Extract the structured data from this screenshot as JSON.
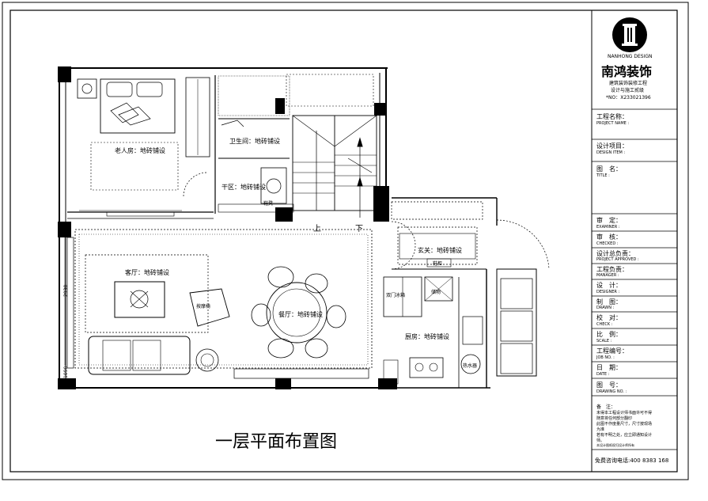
{
  "drawing_title": "一层平面布置图",
  "rooms": {
    "elderly_room": "老人房：地砖铺设",
    "bathroom": "卫生间：地砖铺设",
    "dry_area": "干区：地砖铺设",
    "living_room": "客厅：地砖铺设",
    "dining_room": "餐厅：地砖铺设",
    "entrance": "玄关：地砖铺设",
    "kitchen": "厨房：地砖铺设"
  },
  "labels": {
    "up": "上",
    "down": "下",
    "fridge": "双门冰箱",
    "chair": "按摩椅",
    "entry_cabinet": "鞋柜",
    "storage": "储物",
    "water_heater": "热水器",
    "shoe_bench": "鞋凳"
  },
  "dimensions": {
    "left_1": "2930",
    "left_2": "1090"
  },
  "title_block": {
    "brand_en": "NANHONG DESIGN",
    "brand_cn": "南鸿装饰",
    "tagline_1": "建筑装饰装修工程",
    "tagline_2": "设计与施工贰级",
    "cert_no": "*NO：X233021396",
    "fields": [
      {
        "cn": "工程名称：",
        "en": "PROJECT NAME :"
      },
      {
        "cn": "设计项目：",
        "en": "DESIGN ITEM :"
      },
      {
        "cn": "图　名：",
        "en": "TITLE :"
      },
      {
        "cn": "审　定：",
        "en": "EXAMINER :"
      },
      {
        "cn": "审　核：",
        "en": "CHECKED :"
      },
      {
        "cn": "设计总负责：",
        "en": "PROJECT APPROVED :"
      },
      {
        "cn": "工程负责：",
        "en": "MANAGER :"
      },
      {
        "cn": "设　计：",
        "en": "DESIGNER :"
      },
      {
        "cn": "制　图：",
        "en": "DRAWN :"
      },
      {
        "cn": "校　对：",
        "en": "CHECK :"
      },
      {
        "cn": "比　例：",
        "en": "SCALE :"
      },
      {
        "cn": "工程编号：",
        "en": "JOB NO. :"
      },
      {
        "cn": "日　期：",
        "en": "DATE :"
      },
      {
        "cn": "图　号：",
        "en": "DRAWING NO. :"
      }
    ],
    "notes_title": "备　注：",
    "notes": [
      "未得本工程设计师书面许可不得",
      "随意将任何部分翻印",
      "此图不作度量尺寸，尺寸按现场",
      "为准",
      "若有不明之处，应立即通知设计",
      "师。",
      "本设计图纸权归设计师所有"
    ],
    "hotline": "免费咨询电话:400 8383 168"
  }
}
